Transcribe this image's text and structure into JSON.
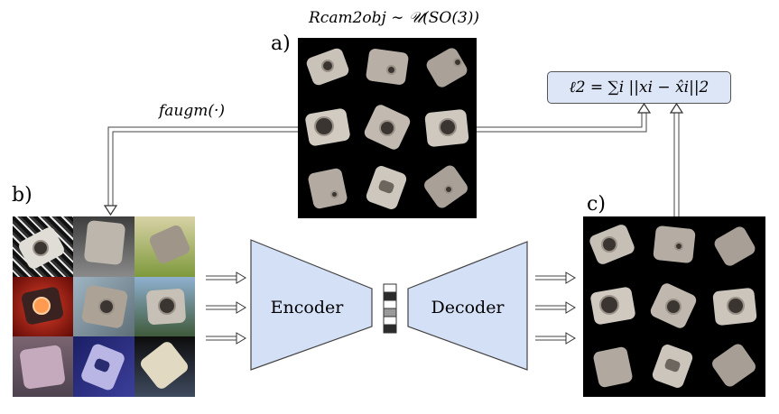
{
  "labels": {
    "panel_a": "a)",
    "panel_b": "b)",
    "panel_c": "c)",
    "rotation_prior": "Rcam2obj ∼ 𝒰(SO(3))",
    "augmentation": "faugm(·)",
    "loss": "ℓ2 = ∑i ||xi − x̂i||2",
    "encoder": "Encoder",
    "decoder": "Decoder"
  },
  "colors": {
    "shape_fill": "#d4e0f6",
    "loss_fill": "#dde6f7",
    "object_metal": "#c9c2b8",
    "grid_background": "#000000"
  },
  "latent_code": [
    "#ffffff",
    "#2b2b2b",
    "#ffffff",
    "#9a9a9a",
    "#ffffff",
    "#2b2b2b"
  ],
  "backgrounds_b": [
    "#1c1c1c",
    "#5a5a5a",
    "#8fa655",
    "#b01a14",
    "#7a8fa0",
    "#6e8aa3",
    "#6b5a66",
    "#2c2f7a",
    "#1a1a1a"
  ]
}
